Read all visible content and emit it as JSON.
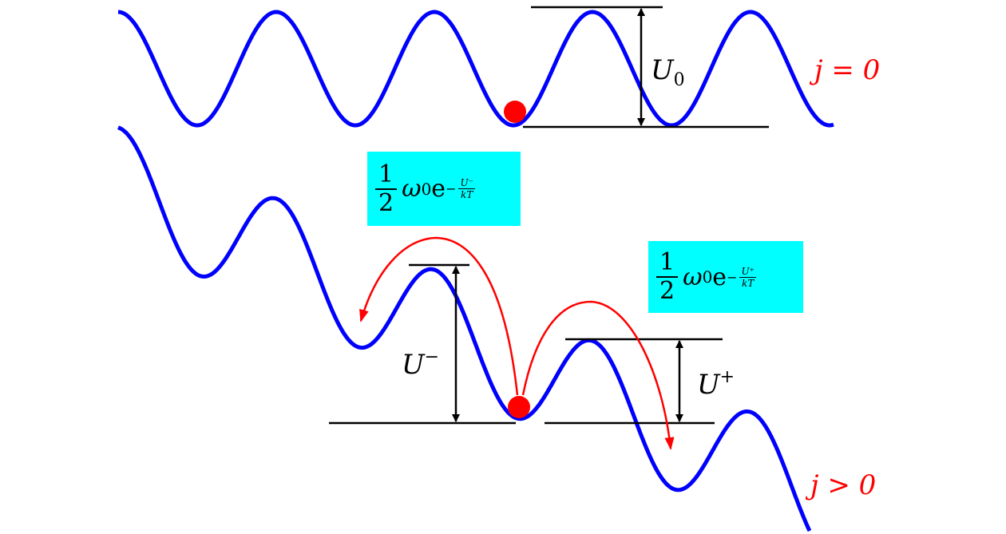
{
  "top_state": {
    "label": "j = 0",
    "barrier_label": "U",
    "barrier_sub": "0"
  },
  "bottom_state": {
    "label": "j > 0",
    "left_barrier_label": "U",
    "left_barrier_sup": "−",
    "right_barrier_label": "U",
    "right_barrier_sup": "+"
  },
  "rate_left": {
    "num": "1",
    "den": "2",
    "omega": "ω",
    "omega_sub": "0",
    "e": "e",
    "minus": "−",
    "exp_num": "U⁻",
    "exp_den": "kT"
  },
  "rate_right": {
    "num": "1",
    "den": "2",
    "omega": "ω",
    "omega_sub": "0",
    "e": "e",
    "minus": "−",
    "exp_num": "U⁺",
    "exp_den": "kT"
  },
  "colors": {
    "potential": "#0000ff",
    "particle": "#ff0000",
    "hop_arrow": "#ff0000",
    "rate_box": "#00ffff",
    "level": "#000000"
  }
}
